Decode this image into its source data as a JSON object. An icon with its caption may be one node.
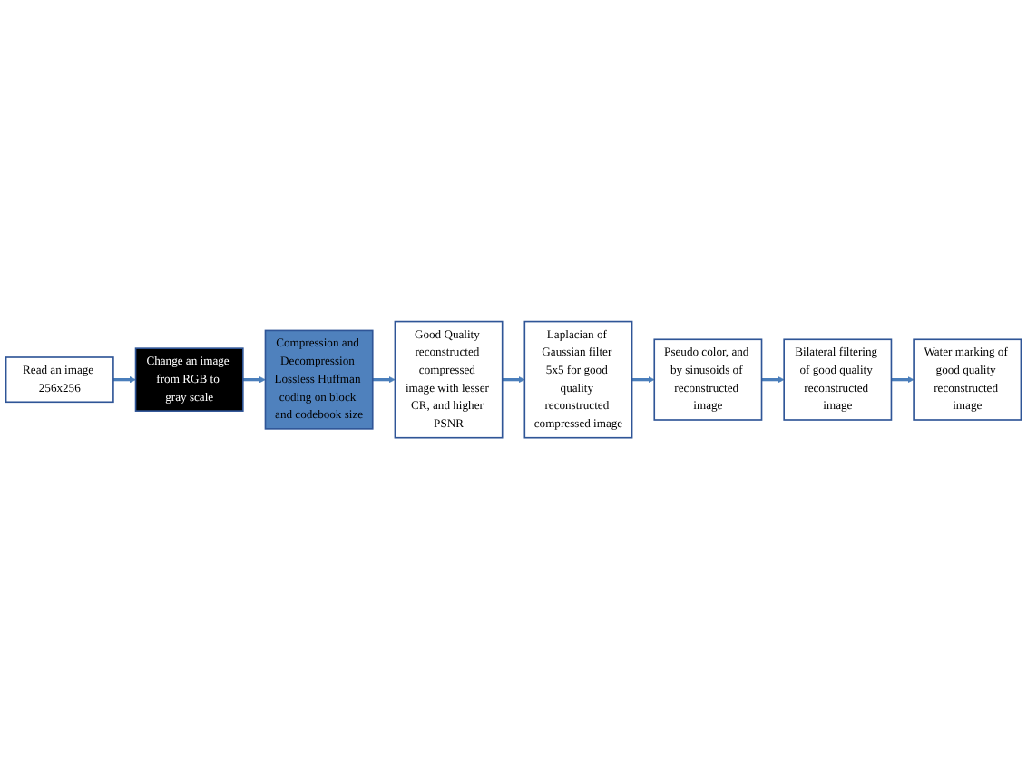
{
  "diagram": {
    "nodes": [
      {
        "text": [
          "Read an image 256x256"
        ]
      },
      {
        "text": [
          "Change an image from RGB to gray scale"
        ]
      },
      {
        "text": [
          "Compression and Decompression Lossless Huffman coding on block and codebook size"
        ]
      },
      {
        "text": [
          "Good Quality reconstructed compressed image with lesser CR, and higher PSNR"
        ]
      },
      {
        "text": [
          "Laplacian of Gaussian filter 5x5 for good quality reconstructed compressed image"
        ]
      },
      {
        "text": [
          "Pseudo color, and by sinusoids of reconstructed image"
        ]
      },
      {
        "text": [
          "Bilateral filtering of good quality reconstructed image"
        ]
      },
      {
        "text": [
          "Water marking of good quality reconstructed image"
        ]
      }
    ],
    "edges": [
      {
        "from": 0,
        "to": 1,
        "arrow": "to"
      },
      {
        "from": 1,
        "to": 2,
        "arrow": "to"
      },
      {
        "from": 2,
        "to": 3,
        "arrow": "to"
      },
      {
        "from": 3,
        "to": 4,
        "arrow": "to"
      },
      {
        "from": 4,
        "to": 5,
        "arrow": "to"
      },
      {
        "from": 5,
        "to": 6,
        "arrow": "to"
      },
      {
        "from": 6,
        "to": 7,
        "arrow": "to"
      }
    ]
  }
}
